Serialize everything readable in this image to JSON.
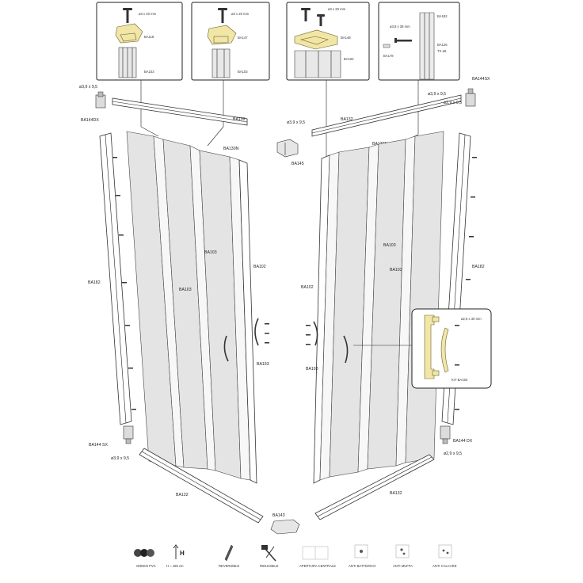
{
  "callouts": {
    "c1": {
      "screw": "ø3 x 20 mm",
      "part": "BA118",
      "sub": "BA103"
    },
    "c2": {
      "screw": "ø3 x 20 mm",
      "part": "BA147",
      "sub": "BA103"
    },
    "c3": {
      "screw": "ø3 x 20 mm",
      "part": "BA148",
      "sub": "BA102"
    },
    "c4": {
      "screw": "ø3,8 x 38 mm",
      "p1": "BA182",
      "p2": "BA126",
      "p3": "TX ø6",
      "p4": "BA178"
    },
    "handle": {
      "screw": "ø2,9 x 30 mm",
      "part": "KIT BA193"
    }
  },
  "labels": {
    "l_screw_tl": "ø3,9 x 9,5",
    "l_ba144dx_t": "BA144DX",
    "l_ba132_tl": "BA132",
    "l_ba130n_l": "BA130N",
    "l_ba103_l1": "BA103",
    "l_ba102_l": "BA102",
    "l_ba182_l": "BA182",
    "l_ba103_l2": "BA103",
    "l_ba193_l": "BA193",
    "l_ba144sx": "BA144 SX",
    "l_screw_bl": "ø3,9 x 9,5",
    "l_ba132_bl": "BA132",
    "l_screw_c": "ø3,9 x 9,5",
    "l_ba145": "BA145",
    "l_ba132_tr": "BA132",
    "l_ba130n_r": "BA130N",
    "l_screw_tr1": "ø3,9 x 9,5",
    "l_ba144sx_t": "BA144SX",
    "l_screw_tr2": "ø2,9 x 9,5",
    "l_ba103_r1": "BA103",
    "l_ba103_r2": "BA103",
    "l_ba102_r": "BA102",
    "l_ba182_r": "BA182",
    "l_ba193_r": "BA193",
    "l_ba144dx": "BA144 DX",
    "l_screw_br": "ø2,9 x 9,5",
    "l_ba132_br": "BA132",
    "l_ba143": "BA143"
  },
  "legend": [
    {
      "icon": "glass-pvc-icon",
      "text": "GREEN PVC"
    },
    {
      "icon": "height-icon",
      "text": "H = 185 cm"
    },
    {
      "icon": "reversible-icon",
      "text": "REVERSIBLE"
    },
    {
      "icon": "reducible-icon",
      "text": "RIDUCIBILE"
    },
    {
      "icon": "central-opening-icon",
      "text": "APERTURA CENTRALE"
    },
    {
      "icon": "anti-bacteria-icon",
      "text": "ANTI BATTERICO"
    },
    {
      "icon": "anti-mold-icon",
      "text": "ANTI MUFFA"
    },
    {
      "icon": "anti-limescale-icon",
      "text": "ANTI CALCARE"
    }
  ]
}
